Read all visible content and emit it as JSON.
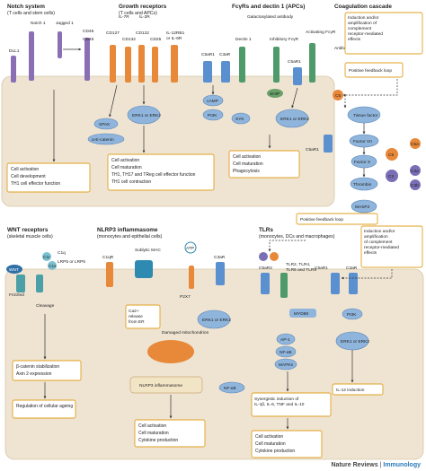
{
  "panels": {
    "notch": {
      "title": "Notch system",
      "subtitle": "(T cells and stem cells)"
    },
    "growth": {
      "title": "Growth receptors",
      "subtitle": "(T cells and APCs)"
    },
    "fcgr": {
      "title": "FcγRs and dectin 1 (APCs)"
    },
    "coag": {
      "title": "Coagulation cascade"
    },
    "wnt": {
      "title": "WNT receptors",
      "subtitle": "(skeletal muscle cells)"
    },
    "nlrp3": {
      "title": "NLRP3 inflammasome",
      "subtitle": "(monocytes and epithelial cells)"
    },
    "tlr": {
      "title": "TLRs",
      "subtitle": "(monocytes, DCs and macrophages)"
    }
  },
  "labels": {
    "notch1": "Notch 1",
    "jagged1": "Jagged 1",
    "cd46": "CD46",
    "dll1": "DLL1",
    "il7r": "IL-7R",
    "il2r": "IL-2R",
    "cd46b": "CD46",
    "cd127": "CD127",
    "cd132": "CD132",
    "cd122": "CD122",
    "cd25": "CD25",
    "il12rb1": "IL-12RB1",
    "or_il6r": "or IL-6R",
    "c5ar1": "C5aR1",
    "c3ar": "C3aR",
    "spak": "SPAK",
    "ecat": "α-E-catenin",
    "erk": "ERK1 or ERK2",
    "camp": "cAMP",
    "pi3k": "PI3K",
    "galact": "Galactosylated antibody",
    "dectin": "Dectin 1",
    "inhib": "Inhibitory FcγR",
    "activ": "Activating FcγR",
    "antibody": "Antibody",
    "c5ar1b": "C5aR1",
    "ship": "SHIP",
    "syk": "SYK",
    "erk2": "ERK1 or ERK2",
    "c5": "C5",
    "tissue": "Tissue factor",
    "f7": "Factor VII",
    "f10": "Factor X",
    "thrombin": "Thrombin",
    "masp2": "MASP2",
    "c5b": "C5",
    "c3": "C3",
    "c5a": "C5a",
    "c3a": "C3a",
    "c3b": "C3b",
    "c5ar1c": "C5aR1",
    "pos1": "Positive feedback loop",
    "pos2": "Positive feedback loop",
    "ind1": "Induction and/or amplification of complement receptor-mediated effects",
    "ind2": "Induction and/or amplification of complement receptor-mediated effects",
    "c1q": "C1q",
    "c1r": "C1r",
    "c1s": "C1s",
    "wnt": "WNT",
    "lrp": "LRP5 or LRP6",
    "frizzled": "Frizzled",
    "cleavage": "Cleavage",
    "c1qr": "C1qR",
    "mac": "Sublytic MAC",
    "atp": "ATP",
    "c3ar2": "C3aR",
    "p2x7": "P2X7",
    "ca": "Ca2+ release from ER",
    "mito": "Damaged mitochondrion",
    "erk3": "ERK1 or ERK2",
    "nlrp3inf": "NLRP3 inflammasome",
    "nfkb": "NF-κB",
    "c5ar2": "C5aR2",
    "tlrs": "TLR2, TLR4, TLR6 and TLR9",
    "c5ar1d": "C5aR1",
    "c3ar3": "C3aR",
    "myd88": "MYD88",
    "ap1": "AP-1",
    "nfkb2": "NF-κB",
    "mapk": "MAPKs",
    "pi3k2": "PI3K",
    "erk4": "ERK1 or ERK2",
    "synergy": "Synergistic induction of IL-1β, IL-6, TNF and IL-10",
    "il12": "IL-12 induction"
  },
  "outcomes": {
    "notch": [
      "Cell activation",
      "Cell development",
      "TH1 cell effector function"
    ],
    "growth": [
      "Cell activation",
      "Cell maturation",
      "TH1, TH17 and TReg cell effector function",
      "TH1 cell contraction"
    ],
    "fcgr": [
      "Cell activation",
      "Cell maturation",
      "Phagocytosis"
    ],
    "wnt": [
      "β-catenin stabilization",
      "Axin 2 expression"
    ],
    "wnt_reg": "Regulation of cellular ageing",
    "nlrp3": [
      "Cell activation",
      "Cell maturation",
      "Cytokine production"
    ],
    "tlr": [
      "Cell activation",
      "Cell maturation",
      "Cytokine production"
    ]
  },
  "footer": {
    "journal": "Nature Reviews",
    "separator": "|",
    "section": "Immunology"
  },
  "colors": {
    "box_border": "#e0a020",
    "cell_fill": "#efe4d2",
    "oval": "#8fb5dc",
    "c5": "#e8893a",
    "c3": "#7a6fb5"
  }
}
